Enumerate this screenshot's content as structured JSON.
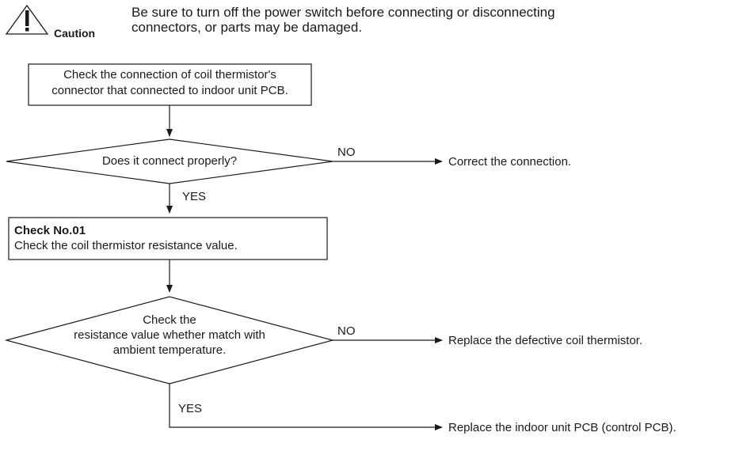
{
  "caution": {
    "icon": "warning-triangle-icon",
    "label": "Caution",
    "line1": "Be sure to turn off the power switch before connecting or disconnecting",
    "line2": "connectors, or parts may be damaged."
  },
  "flow": {
    "box1": {
      "line1": "Check the connection of coil thermistor's",
      "line2": "connector that connected to indoor unit PCB."
    },
    "decision1": {
      "text": "Does it connect properly?",
      "no_label": "NO",
      "no_result": "Correct the connection.",
      "yes_label": "YES"
    },
    "box2": {
      "title": "Check No.01",
      "text": "Check the coil thermistor resistance value."
    },
    "decision2": {
      "line1": "Check the",
      "line2": "resistance value whether match with",
      "line3": "ambient temperature.",
      "no_label": "NO",
      "no_result": "Replace the defective coil thermistor.",
      "yes_label": "YES",
      "yes_result": "Replace the indoor unit PCB (control PCB)."
    }
  }
}
